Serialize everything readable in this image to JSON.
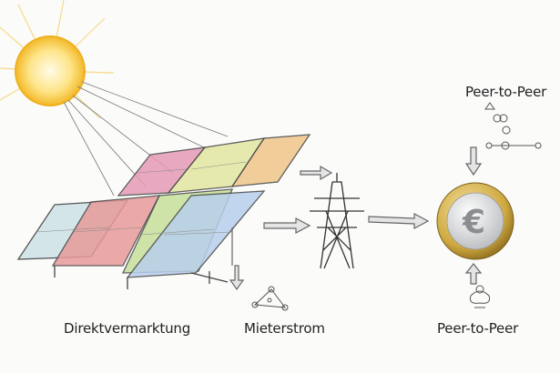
{
  "labels": {
    "direct_marketing": "Direktvermarktung",
    "tenant_power": "Mieterstrom",
    "peer_top": "Peer-to-Peer",
    "peer_bottom": "Peer-to-Peer"
  },
  "coin": {
    "symbol": "€"
  },
  "colors": {
    "sun": "#f7c531",
    "coin_gold": "#d4b24a",
    "coin_silver": "#d9dadb",
    "sketch": "#555555"
  }
}
